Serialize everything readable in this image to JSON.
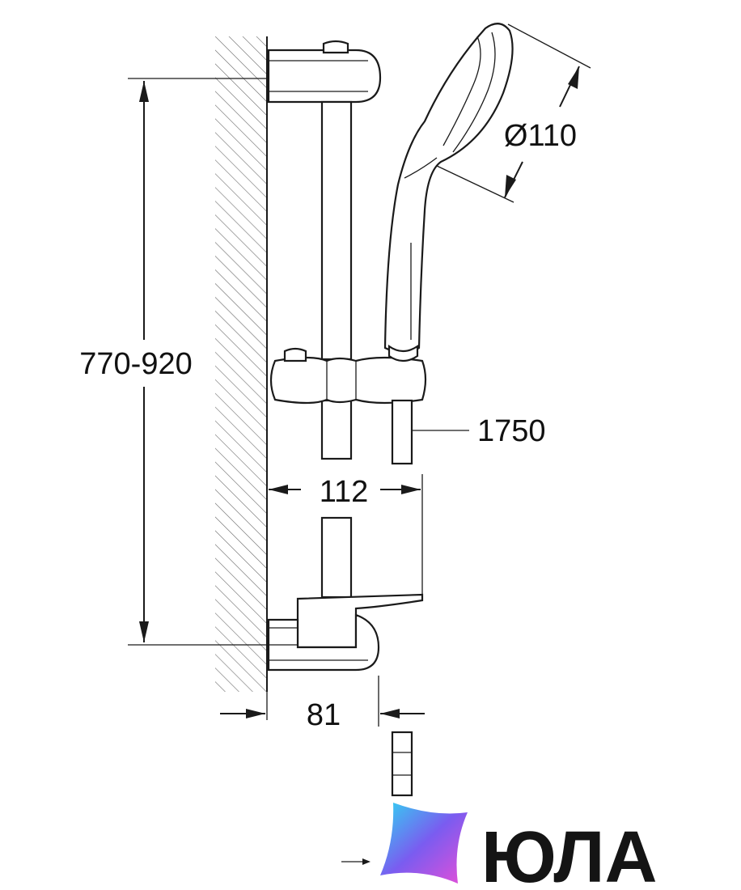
{
  "dimensions": {
    "rail_height": "770-920",
    "head_diameter": "Ø110",
    "hose_length": "1750",
    "slider_projection": "112",
    "bracket_projection": "81"
  },
  "logo": {
    "text": "ЮЛА",
    "gradient_colors": [
      "#2fd6f2",
      "#7a5cf0",
      "#e64fd8"
    ]
  },
  "colors": {
    "line": "#1a1a1a",
    "background": "#ffffff"
  }
}
